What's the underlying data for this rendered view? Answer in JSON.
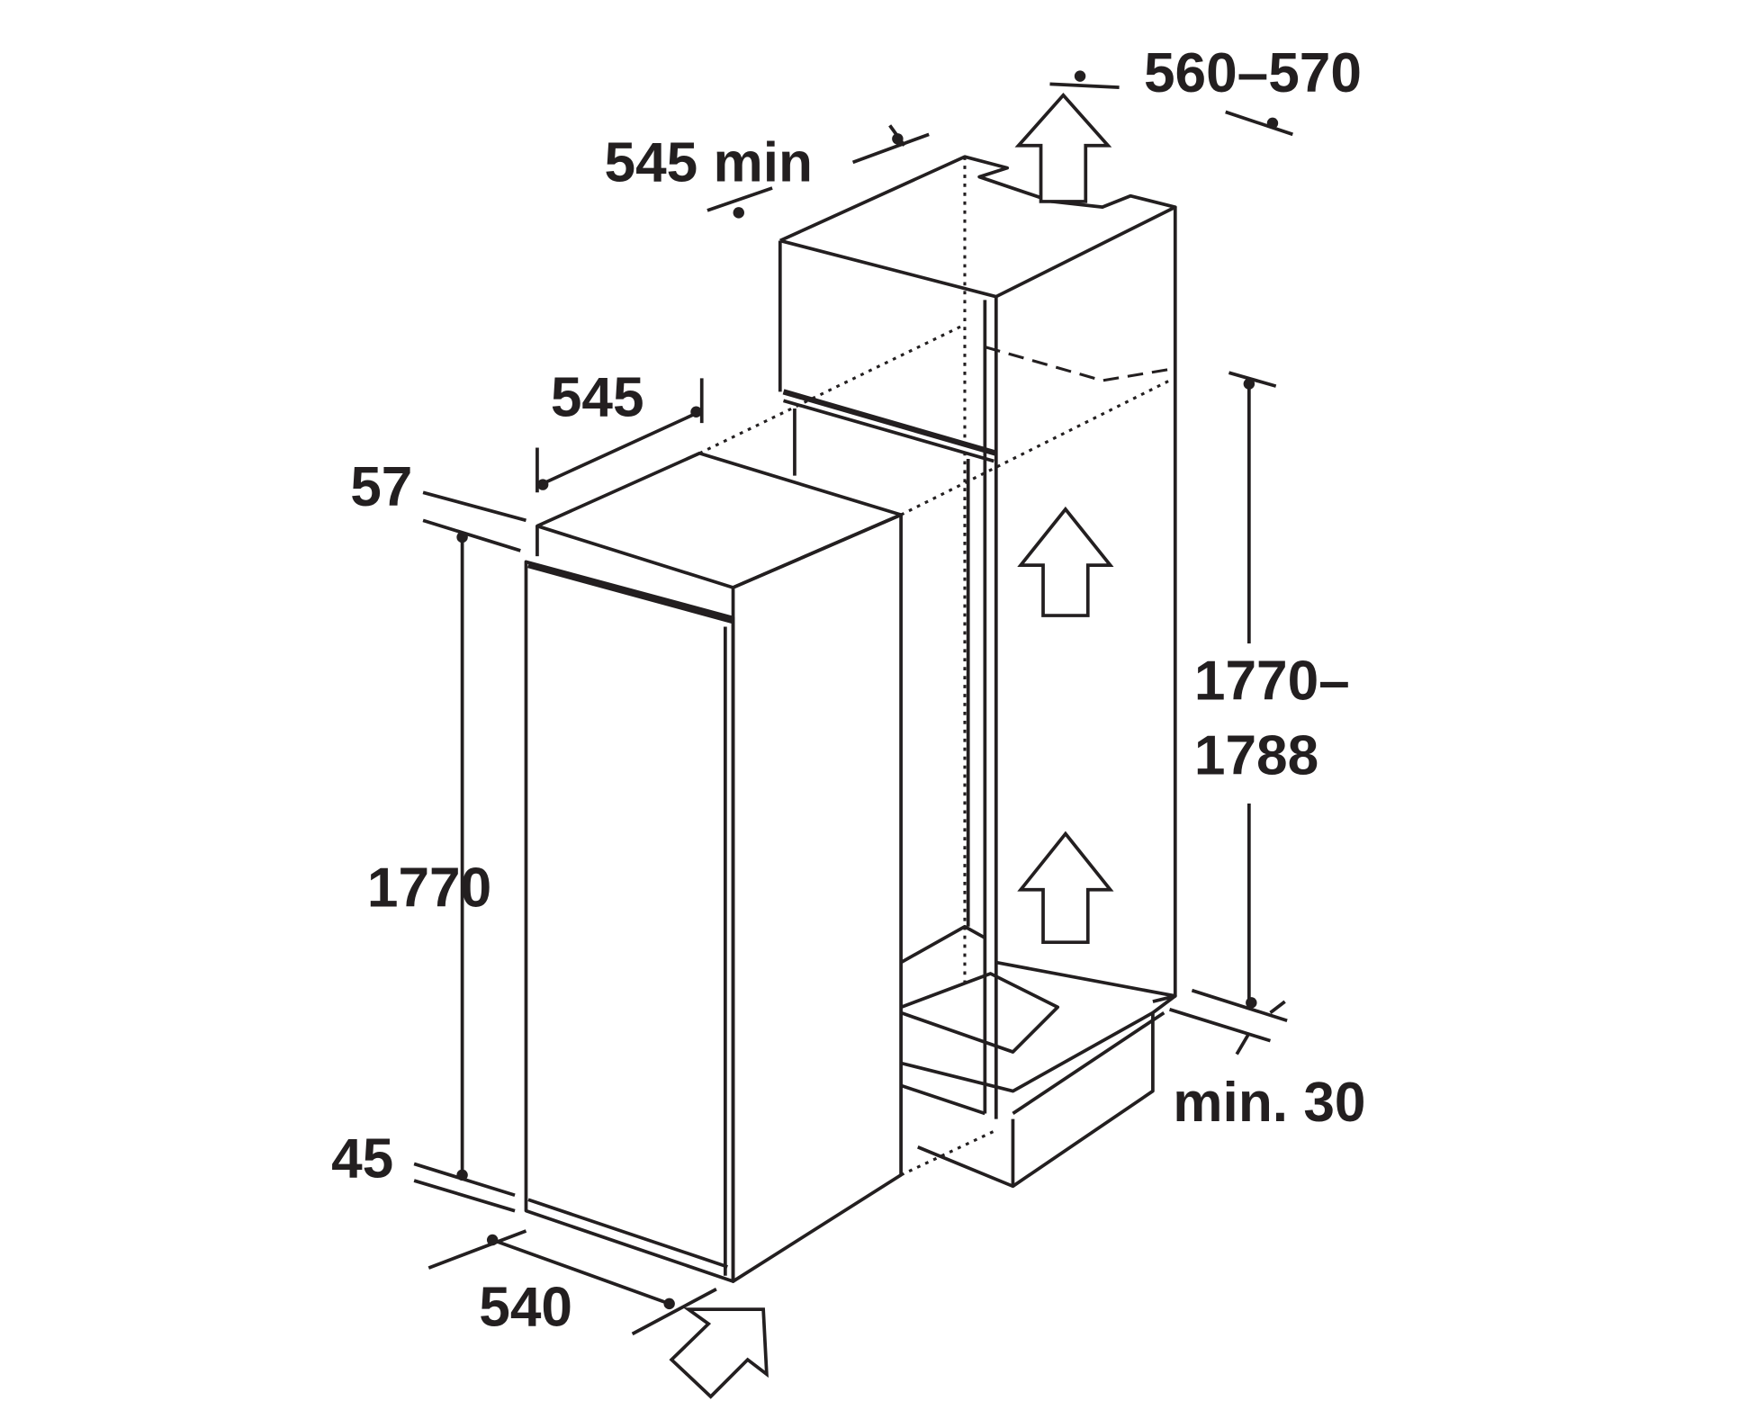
{
  "labels": {
    "niche_width": "560–570",
    "niche_depth": "545 min",
    "appliance_depth": "545",
    "top_offset": "57",
    "niche_height_line1": "1770–",
    "niche_height_line2": "1788",
    "appliance_height": "1770",
    "bottom_offset": "45",
    "appliance_width": "540",
    "ventilation_gap": "min. 30"
  }
}
